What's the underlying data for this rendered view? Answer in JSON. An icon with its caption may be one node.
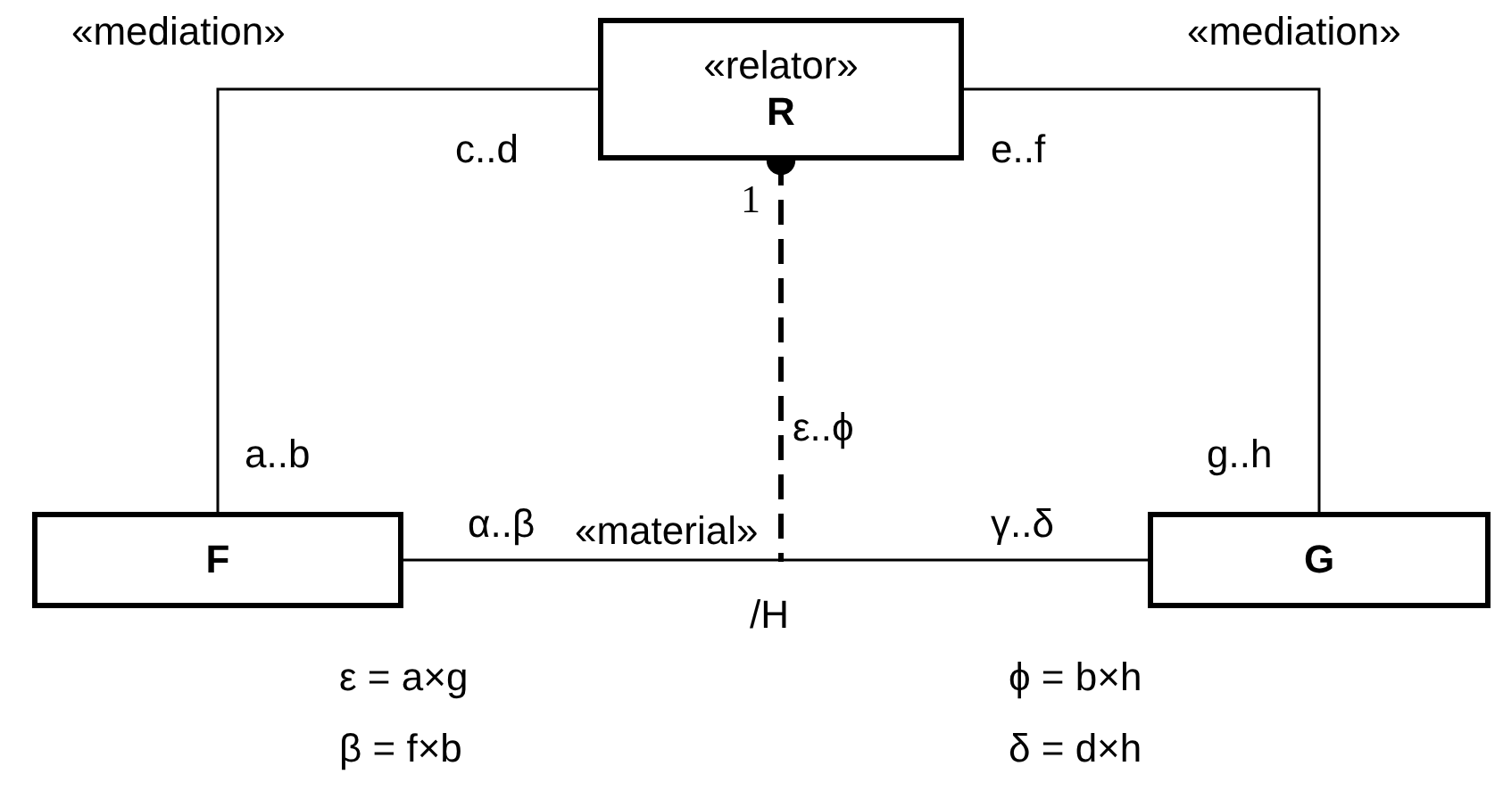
{
  "diagram": {
    "nodes": [
      {
        "text": [
          "«relator»",
          "R"
        ]
      },
      {
        "text": [
          "F"
        ]
      },
      {
        "text": [
          "G"
        ]
      }
    ],
    "edges": [
      {
        "from": 0,
        "to": 1,
        "arrow": "none",
        "label": "«mediation»"
      },
      {
        "from": 0,
        "to": 2,
        "arrow": "none",
        "label": "«mediation»"
      },
      {
        "from": 1,
        "to": 2,
        "arrow": "none",
        "label": "«material»"
      },
      {
        "from": 0,
        "to": null,
        "arrow": "other",
        "style": "dashed"
      }
    ],
    "labels": [
      "c..d",
      "e..f",
      "1",
      "ε..ϕ",
      "a..b",
      "g..h",
      "α..β",
      "γ..δ",
      "/H",
      "ε = a×g",
      "ϕ = b×h",
      "β = f×b",
      "δ = d×h"
    ]
  }
}
